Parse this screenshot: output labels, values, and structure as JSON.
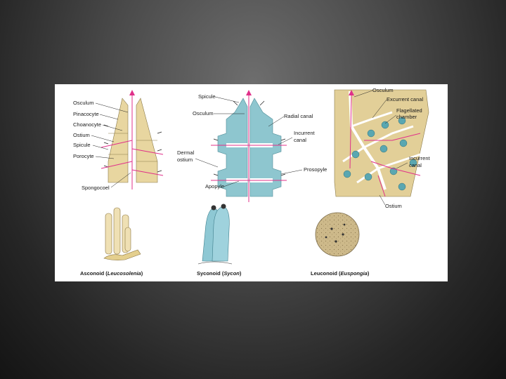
{
  "colors": {
    "background_center": "#6e6e6e",
    "background_edge": "#141414",
    "figure_bg": "#ffffff",
    "water_flow": "#e0308a",
    "body_tan": "#e8d6a0",
    "body_blue": "#8ec6cf"
  },
  "asconoid": {
    "labels": {
      "osculum": "Osculum",
      "pinacocyte": "Pinacocyte",
      "choanocyte": "Choanocyte",
      "ostium": "Ostium",
      "spicule": "Spicule",
      "porocyte": "Porocyte",
      "spongocoel": "Spongocoel"
    },
    "caption": {
      "type": "Asconoid",
      "example": "Leucosolenia"
    }
  },
  "syconoid": {
    "labels": {
      "spicule": "Spicule",
      "osculum": "Osculum",
      "radial_canal": "Radial canal",
      "incurrent_canal_1": "Incurrent",
      "incurrent_canal_2": "canal",
      "dermal_ostium_1": "Dermal",
      "dermal_ostium_2": "ostium",
      "prosopyle": "Prosopyle",
      "apopyle": "Apopyle"
    },
    "caption": {
      "type": "Syconoid",
      "example": "Sycon"
    }
  },
  "leuconoid": {
    "labels": {
      "osculum": "Osculum",
      "excurrent_canal": "Excurrent canal",
      "flagellated_chamber_1": "Flagellated",
      "flagellated_chamber_2": "chamber",
      "incurrent_canal_1": "Incurrent",
      "incurrent_canal_2": "canal",
      "ostium": "Ostium"
    },
    "caption": {
      "type": "Leuconoid",
      "example": "Euspongia"
    }
  }
}
